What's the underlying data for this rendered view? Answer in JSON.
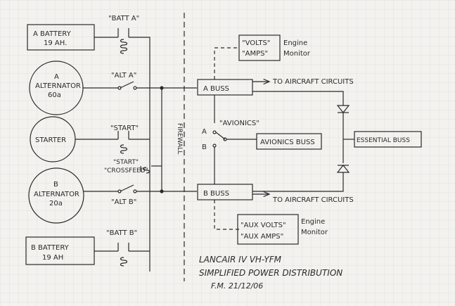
{
  "diagram": {
    "components": {
      "battery_a": [
        "A BATTERY",
        "19 AH."
      ],
      "alternator_a": [
        "A",
        "ALTERNATOR",
        "60a"
      ],
      "starter": "STARTER",
      "alternator_b": [
        "B",
        "ALTERNATOR",
        "20a"
      ],
      "battery_b": [
        "B BATTERY",
        "19 AH"
      ],
      "a_buss": "A BUSS",
      "b_buss": "B BUSS",
      "avionics_buss": "AVIONICS BUSS",
      "essential_buss": "ESSENTIAL BUSS",
      "volts": "\"VOLTS\"",
      "amps": "\"AMPS\"",
      "aux_volts": "\"AUX VOLTS\"",
      "aux_amps": "\"AUX AMPS\""
    },
    "switches": {
      "batt_a": "\"BATT A\"",
      "alt_a": "\"ALT A\"",
      "start": "\"START\"",
      "start_cross": [
        "\"START\"",
        "\"CROSSFEED\""
      ],
      "alt_b": "\"ALT B\"",
      "batt_b": "\"BATT B\"",
      "avionics": "\"AVIONICS\"",
      "pos_a": "A",
      "pos_b": "B"
    },
    "labels": {
      "firewall": "FIREWALL",
      "to_aircraft_a": "TO AIRCRAFT CIRCUITS",
      "to_aircraft_b": "TO AIRCRAFT CIRCUITS",
      "engine_monitor": [
        "Engine",
        "Monitor"
      ],
      "aux_engine_monitor": [
        "Engine",
        "Monitor"
      ]
    },
    "title_block": {
      "line1": "LANCAIR IV  VH-YFM",
      "line2": "SIMPLIFIED POWER DISTRIBUTION",
      "line3": "F.M.   21/12/06"
    },
    "colors": {
      "paper": "#f3f2ef",
      "grid": "#dcdde2",
      "ink": "#2a2a2a"
    }
  }
}
